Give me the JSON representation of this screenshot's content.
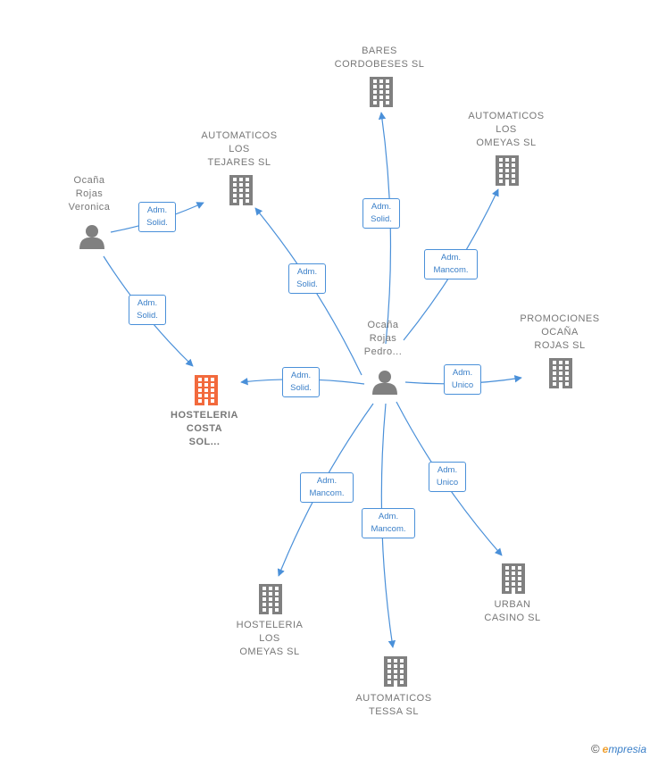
{
  "persons": [
    {
      "id": "veronica",
      "label": "Ocaña\nRojas\nVeronica"
    },
    {
      "id": "pedro",
      "label": "Ocaña\nRojas\nPedro..."
    }
  ],
  "companies": [
    {
      "id": "bares",
      "label": "BARES\nCORDOBESES SL"
    },
    {
      "id": "tejares",
      "label": "AUTOMATICOS\nLOS\nTEJARES SL"
    },
    {
      "id": "omeyas_auto",
      "label": "AUTOMATICOS\nLOS\nOMEYAS SL"
    },
    {
      "id": "promociones",
      "label": "PROMOCIONES\nOCAÑA\nROJAS SL"
    },
    {
      "id": "hosteleria_costa",
      "label": "HOSTELERIA\nCOSTA\nSOL...",
      "highlight": true
    },
    {
      "id": "urban",
      "label": "URBAN\nCASINO SL"
    },
    {
      "id": "hosteleria_omeyas",
      "label": "HOSTELERIA\nLOS\nOMEYAS SL"
    },
    {
      "id": "tessa",
      "label": "AUTOMATICOS\nTESSA SL"
    }
  ],
  "relations": [
    {
      "from": "veronica",
      "to": "tejares",
      "label": "Adm.\nSolid."
    },
    {
      "from": "veronica",
      "to": "hosteleria_costa",
      "label": "Adm.\nSolid."
    },
    {
      "from": "pedro",
      "to": "tejares",
      "label": "Adm.\nSolid."
    },
    {
      "from": "pedro",
      "to": "bares",
      "label": "Adm.\nSolid."
    },
    {
      "from": "pedro",
      "to": "omeyas_auto",
      "label": "Adm.\nMancom."
    },
    {
      "from": "pedro",
      "to": "hosteleria_costa",
      "label": "Adm.\nSolid."
    },
    {
      "from": "pedro",
      "to": "promociones",
      "label": "Adm.\nUnico"
    },
    {
      "from": "pedro",
      "to": "urban",
      "label": "Adm.\nUnico"
    },
    {
      "from": "pedro",
      "to": "tessa",
      "label": "Adm.\nMancom."
    },
    {
      "from": "pedro",
      "to": "hosteleria_omeyas",
      "label": "Adm.\nMancom."
    }
  ],
  "colors": {
    "edge": "#4a90d9",
    "icon": "#808080",
    "highlight": "#f26a3d"
  },
  "brand": {
    "copyright": "©",
    "initial": "e",
    "name": "mpresia"
  }
}
